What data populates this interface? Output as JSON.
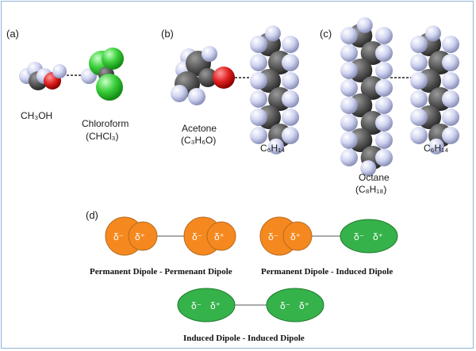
{
  "panels": {
    "a": {
      "tag": "(a)",
      "methanol": "CH₃OH",
      "chloroform_name": "Chloroform",
      "chloroform_formula": "(CHCl₃)"
    },
    "b": {
      "tag": "(b)",
      "acetone_name": "Acetone",
      "acetone_formula": "(C₃H₆O)",
      "hexane": "C₆H₁₄"
    },
    "c": {
      "tag": "(c)",
      "octane_name": "Octane",
      "octane_formula": "(C₈H₁₈)",
      "hexane": "C₆H₁₄"
    },
    "d": {
      "tag": "(d)",
      "delta_minus": "δ⁻",
      "delta_plus": "δ⁺",
      "label_perm_perm": "Permanent Dipole - Permenant Dipole",
      "label_perm_ind": "Permanent Dipole - Induced Dipole",
      "label_ind_ind": "Induced Dipole - Induced Dipole"
    }
  },
  "colors": {
    "orange": "#f5891f",
    "green": "#35b24a",
    "carbon": "#555555",
    "hydrogen": "#d7daf2",
    "oxygen": "#e02020",
    "chlorine": "#3fd23f"
  }
}
